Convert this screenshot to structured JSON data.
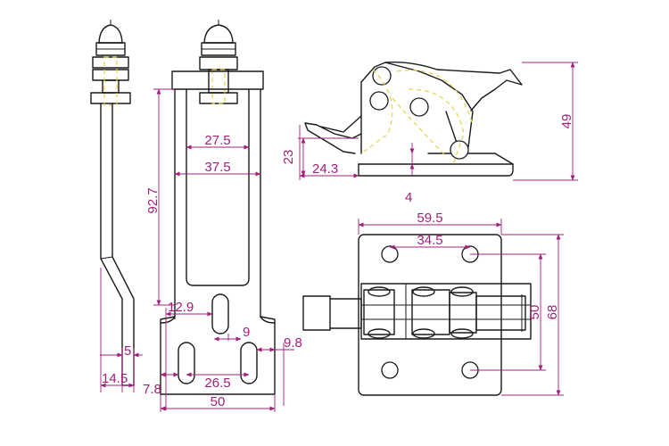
{
  "dimensions": {
    "bolt_width": "5",
    "rod_offset": "14.5",
    "height": "92.7",
    "slot_inner": "27.5",
    "slot_outer": "37.5",
    "slot_offset": "12.9",
    "slot_spacing": "9",
    "edge_offset": "9.8",
    "hole_edge": "7.8",
    "hole_spacing": "26.5",
    "base_width": "50",
    "lever_offset": "24.3",
    "base_height": "23",
    "plate_thickness": "4",
    "total_height": "49",
    "plate_width": "59.5",
    "hole_pitch": "34.5",
    "hole_vertical": "50",
    "plate_height": "68"
  },
  "colors": {
    "outline": "#1a1a1a",
    "dimension": "#a0207a",
    "hidden_line": "#e2d34a"
  }
}
